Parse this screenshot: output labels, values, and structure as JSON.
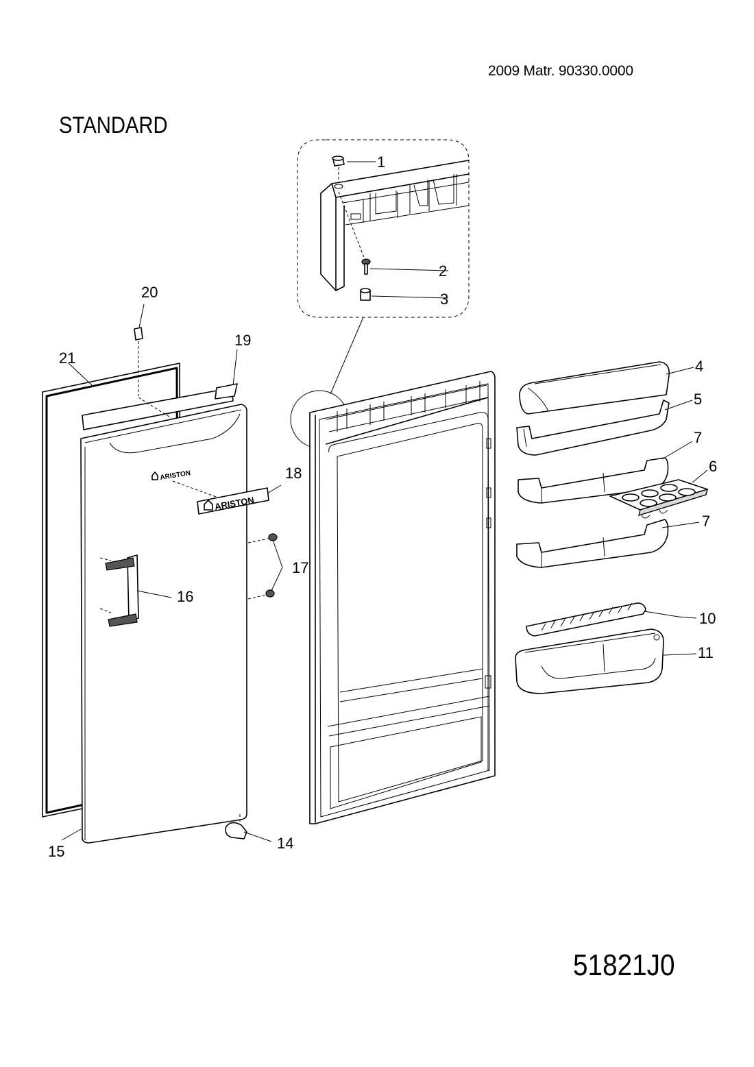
{
  "header": {
    "text": "2009  Matr. 90330.0000"
  },
  "title": "STANDARD",
  "drawing_code": "51821J0",
  "brand_logo": "ARISTON",
  "callouts": [
    "1",
    "2",
    "3",
    "4",
    "5",
    "7",
    "6",
    "7",
    "10",
    "11",
    "14",
    "15",
    "16",
    "17",
    "18",
    "19",
    "20",
    "21"
  ]
}
